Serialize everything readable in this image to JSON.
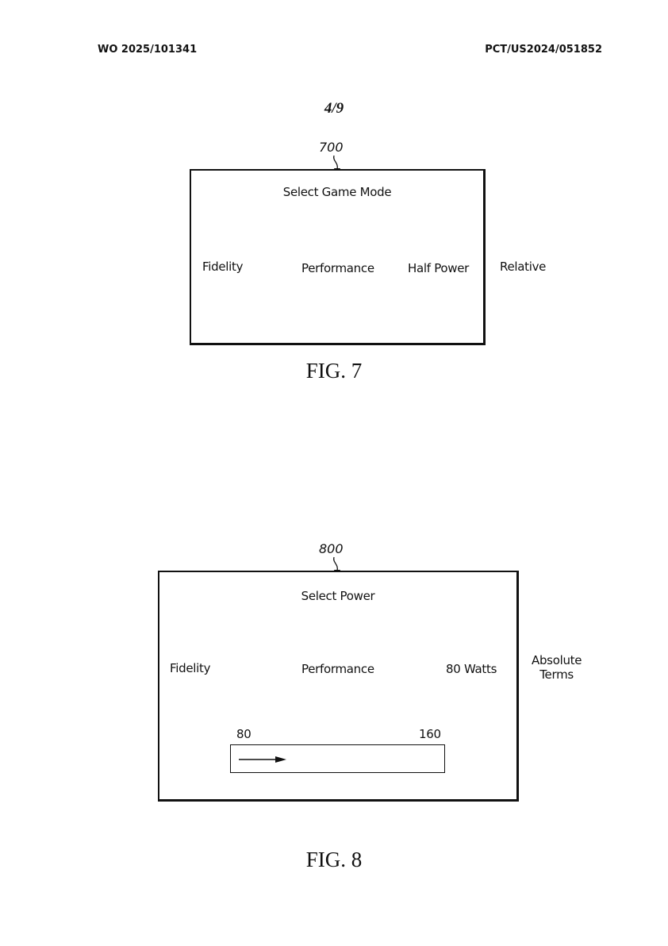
{
  "header": {
    "publication_number": "WO 2025/101341",
    "application_number": "PCT/US2024/051852",
    "sheet": "4/9"
  },
  "fig7": {
    "reference_numeral": "700",
    "title": "Select Game Mode",
    "options": [
      "Fidelity",
      "Performance",
      "Half Power"
    ],
    "side_label": "Relative",
    "caption": "FIG. 7"
  },
  "fig8": {
    "reference_numeral": "800",
    "title": "Select Power",
    "options": [
      "Fidelity",
      "Performance",
      "80 Watts"
    ],
    "side_label_line1": "Absolute",
    "side_label_line2": "Terms",
    "slider": {
      "min_label": "80",
      "max_label": "160",
      "min": 80,
      "max": 160,
      "unit": "Watts",
      "value": 80
    },
    "caption": "FIG. 8"
  }
}
